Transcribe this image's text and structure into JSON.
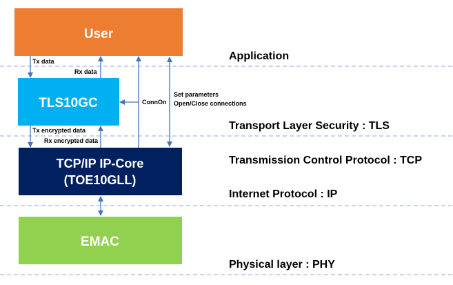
{
  "colors": {
    "user": "#ED7D31",
    "tls": "#00B0F0",
    "tcp": "#002060",
    "emac": "#92D050",
    "arrow": "#4472C4",
    "divider": "#8FAADC"
  },
  "blocks": {
    "user": "User",
    "tls": "TLS10GC",
    "tcp_line1": "TCP/IP IP-Core",
    "tcp_line2": "(TOE10GLL)",
    "emac": "EMAC"
  },
  "signals": {
    "tx_data": "Tx data",
    "rx_data": "Rx data",
    "conn_on": "ConnOn",
    "set_parameters": "Set parameters",
    "open_close": "Open/Close connections",
    "tx_encrypted": "Tx encrypted data",
    "rx_encrypted": "Rx encrypted data"
  },
  "layers": {
    "application": "Application",
    "tls": "Transport Layer Security : TLS",
    "tcp": "Transmission Control Protocol : TCP",
    "ip": "Internet Protocol : IP",
    "phy": "Physical layer : PHY"
  }
}
